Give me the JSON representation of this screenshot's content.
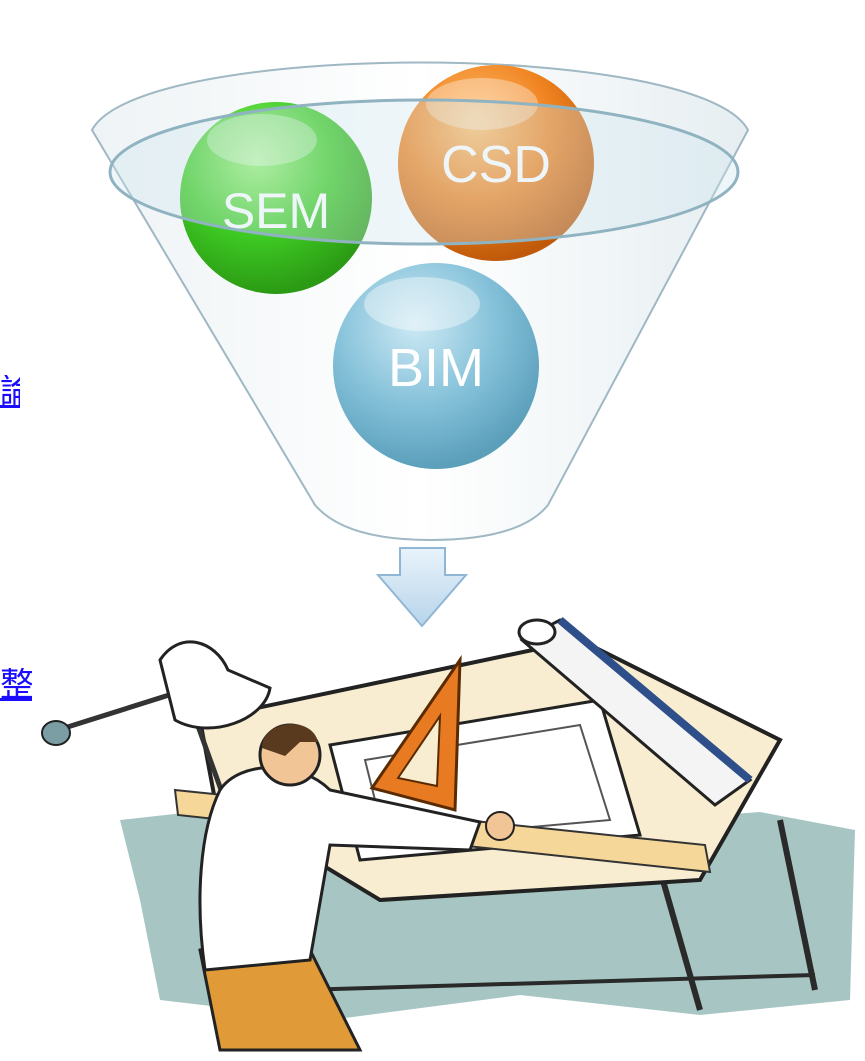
{
  "funnel": {
    "items": [
      {
        "id": "sem",
        "label": "SEM",
        "color": "#3fcc24"
      },
      {
        "id": "csd",
        "label": "CSD",
        "color": "#f08320"
      },
      {
        "id": "bim",
        "label": "BIM",
        "color": "#7fbfd8"
      }
    ]
  },
  "side_text": {
    "line1": "論",
    "line2": "整"
  },
  "illustration": {
    "subject": "drafting-table-drafter"
  }
}
